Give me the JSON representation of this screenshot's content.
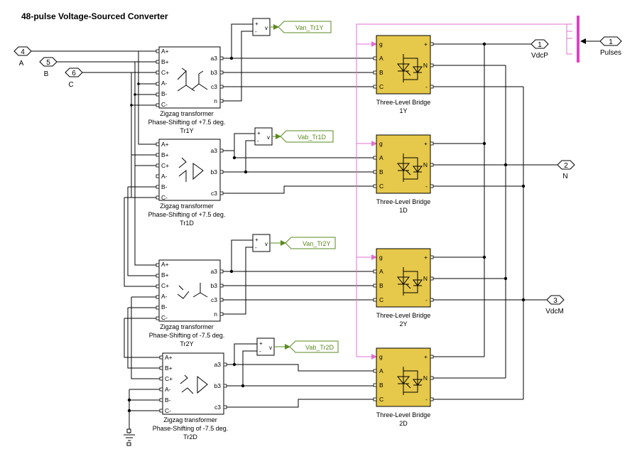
{
  "title": "48-pulse Voltage-Sourced Converter",
  "colors": {
    "bridge_fill": "#e6c84a",
    "bridge_stroke": "#000000",
    "pulse_bus": "#e040c0",
    "pulse_wire": "#e070d0",
    "goto_text": "#5a8a1f",
    "goto_stroke": "#5a8a1f",
    "wire": "#000000"
  },
  "inports": {
    "A": {
      "num": "4",
      "label": "A"
    },
    "B": {
      "num": "5",
      "label": "B"
    },
    "C": {
      "num": "6",
      "label": "C"
    },
    "pulses": {
      "num": "1",
      "label": "Pulses"
    }
  },
  "outports": {
    "vdcp": {
      "num": "1",
      "label": "VdcP"
    },
    "n": {
      "num": "2",
      "label": "N"
    },
    "vdcm": {
      "num": "3",
      "label": "VdcM"
    }
  },
  "transformers": [
    {
      "id": "tr1y",
      "in_ports": [
        "A+",
        "B+",
        "C+",
        "A-",
        "B-",
        "C-"
      ],
      "out_ports": [
        "a3",
        "b3",
        "c3",
        "n"
      ],
      "label1": "Zigzag transformer",
      "label2": "Phase-Shifting of +7.5 deg.",
      "label3": "Tr1Y"
    },
    {
      "id": "tr1d",
      "in_ports": [
        "A+",
        "B+",
        "C+",
        "A-",
        "B-",
        "C-"
      ],
      "out_ports": [
        "a3",
        "b3",
        "c3"
      ],
      "label1": "Zigzag transformer",
      "label2": "Phase-Shifting of +7.5 deg.",
      "label3": "Tr1D"
    },
    {
      "id": "tr2y",
      "in_ports": [
        "A+",
        "B+",
        "C+",
        "A-",
        "B-",
        "C-"
      ],
      "out_ports": [
        "a3",
        "b3",
        "c3",
        "n"
      ],
      "label1": "Zigzag transformer",
      "label2": "Phase-Shifting of -7.5 deg.",
      "label3": "Tr2Y"
    },
    {
      "id": "tr2d",
      "in_ports": [
        "A+",
        "B+",
        "C+",
        "A-",
        "B-",
        "C-"
      ],
      "out_ports": [
        "a3",
        "b3",
        "c3"
      ],
      "label1": "Zigzag transformer",
      "label2": "Phase-Shifting of -7.5 deg.",
      "label3": "Tr2D"
    }
  ],
  "bridges": [
    {
      "id": "b1y",
      "in_ports": [
        "g",
        "A",
        "B",
        "C"
      ],
      "out_ports": [
        "+",
        "N",
        "-"
      ],
      "label1": "Three-Level Bridge",
      "label2": "1Y"
    },
    {
      "id": "b1d",
      "in_ports": [
        "g",
        "A",
        "B",
        "C"
      ],
      "out_ports": [
        "+",
        "N",
        "-"
      ],
      "label1": "Three-Level Bridge",
      "label2": "1D"
    },
    {
      "id": "b2y",
      "in_ports": [
        "g",
        "A",
        "B",
        "C"
      ],
      "out_ports": [
        "+",
        "N",
        "-"
      ],
      "label1": "Three-Level Bridge",
      "label2": "2Y"
    },
    {
      "id": "b2d",
      "in_ports": [
        "g",
        "A",
        "B",
        "C"
      ],
      "out_ports": [
        "+",
        "N",
        "-"
      ],
      "label1": "Three-Level Bridge",
      "label2": "2D"
    }
  ],
  "voltmeters": [
    {
      "id": "vm1",
      "plus": "+",
      "minus": "-",
      "v": "v",
      "goto": "Van_Tr1Y"
    },
    {
      "id": "vm2",
      "plus": "+",
      "minus": "-",
      "v": "v",
      "goto": "Vab_Tr1D"
    },
    {
      "id": "vm3",
      "plus": "+",
      "minus": "-",
      "v": "v",
      "goto": "Van_Tr2Y"
    },
    {
      "id": "vm4",
      "plus": "+",
      "minus": "-",
      "v": "v",
      "goto": "Vab_Tr2D"
    }
  ]
}
